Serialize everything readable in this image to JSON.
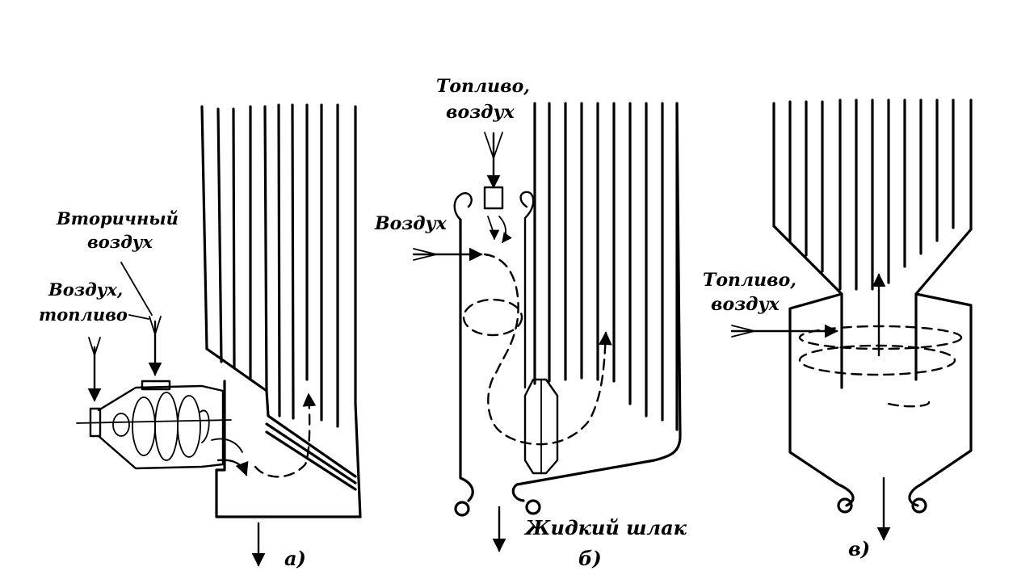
{
  "panels": {
    "a": {
      "caption": "а)",
      "label_secondary_air_1": "Вторичный",
      "label_secondary_air_2": "воздух",
      "label_air_fuel_1": "Воздух,",
      "label_air_fuel_2": "топливо"
    },
    "b": {
      "caption": "б)",
      "label_fuel_air_1": "Топливо,",
      "label_fuel_air_2": "воздух",
      "label_air": "Воздух",
      "label_liquid_slag": "Жидкий шлак"
    },
    "v": {
      "caption": "в)",
      "label_fuel_air_1": "Топливо,",
      "label_fuel_air_2": "воздух"
    }
  }
}
